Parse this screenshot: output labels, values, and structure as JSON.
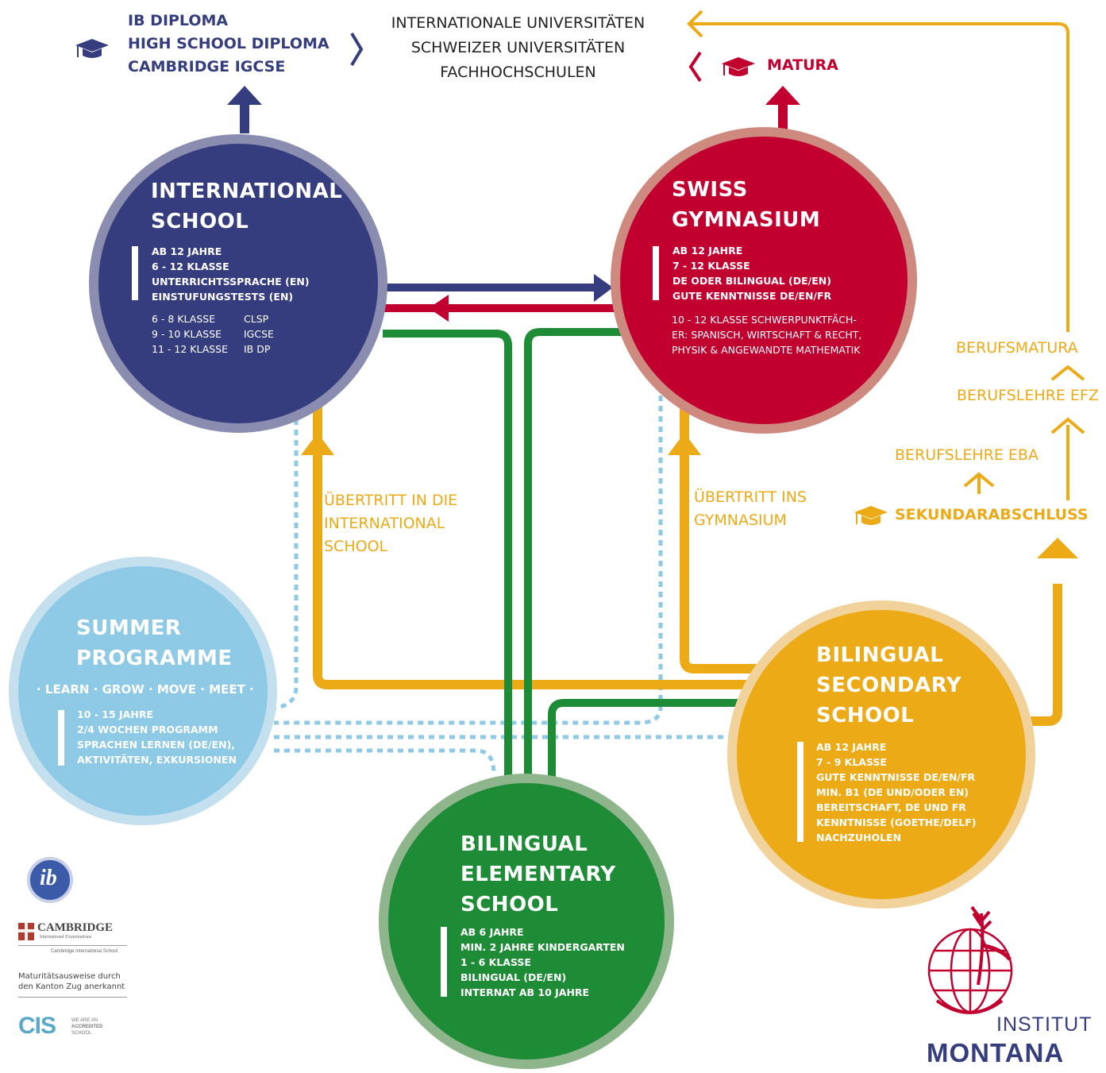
{
  "top_left": {
    "diplomas": [
      "IB DIPLOMA",
      "HIGH SCHOOL DIPLOMA",
      "CAMBRIDGE IGCSE"
    ]
  },
  "top_center": {
    "destinations": [
      "INTERNATIONALE UNIVERSITÄTEN",
      "SCHWEIZER UNIVERSITÄTEN",
      "FACHHOCHSCHULEN"
    ]
  },
  "top_right": {
    "matura": "MATURA"
  },
  "international": {
    "title_line1": "INTERNATIONAL",
    "title_line2": "SCHOOL",
    "facts": [
      "AB 12 JAHRE",
      "6 - 12 KLASSE",
      "UNTERRICHTSSPRACHE (EN)",
      "EINSTUFUNGSTESTS (EN)"
    ],
    "program_rows": [
      {
        "grade": "6 - 8 KLASSE",
        "program": "CLSP"
      },
      {
        "grade": "9 - 10 KLASSE",
        "program": "IGCSE"
      },
      {
        "grade": "11 - 12 KLASSE",
        "program": "IB DP"
      }
    ],
    "color": "#353d7e"
  },
  "swiss": {
    "title_line1": "SWISS",
    "title_line2": "GYMNASIUM",
    "facts": [
      "AB 12 JAHRE",
      "7 - 12 KLASSE",
      "DE ODER BILINGUAL (DE/EN)",
      "GUTE KENNTNISSE DE/EN/FR"
    ],
    "notes": [
      "10 - 12 KLASSE SCHWERPUNKTFÄCH-",
      "ER: SPANISCH, WIRTSCHAFT & RECHT,",
      "PHYSIK & ANGEWANDTE MATHEMATIK"
    ],
    "color": "#c2002f"
  },
  "summer": {
    "title_line1": "SUMMER",
    "title_line2": "PROGRAMME",
    "tagline": "· LEARN · GROW · MOVE · MEET ·",
    "facts": [
      "10 - 15 JAHRE",
      "2/4 WOCHEN PROGRAMM",
      "SPRACHEN LERNEN (DE/EN),",
      "AKTIVITÄTEN, EXKURSIONEN"
    ],
    "color": "#8ecae6"
  },
  "secondary": {
    "title_line1": "BILINGUAL",
    "title_line2": "SECONDARY",
    "title_line3": "SCHOOL",
    "facts": [
      "AB 12 JAHRE",
      "7 - 9 KLASSE",
      "GUTE KENNTNISSE DE/EN/FR",
      "MIN. B1 (DE UND/ODER EN)",
      "BEREITSCHAFT, DE UND FR",
      "KENNTNISSE (GOETHE/DELF)",
      "NACHZUHOLEN"
    ],
    "color": "#ecaa17"
  },
  "elementary": {
    "title_line1": "BILINGUAL",
    "title_line2": "ELEMENTARY",
    "title_line3": "SCHOOL",
    "facts": [
      "AB 6 JAHRE",
      "MIN. 2 JAHRE KINDERGARTEN",
      "1 - 6 KLASSE",
      "BILINGUAL (DE/EN)",
      "INTERNAT AB 10 JAHRE"
    ],
    "color": "#1e8c37"
  },
  "paths": {
    "to_international_line1": "ÜBERTRITT IN DIE",
    "to_international_line2": "INTERNATIONAL",
    "to_international_line3": "SCHOOL",
    "to_gymnasium_line1": "ÜBERTRITT INS",
    "to_gymnasium_line2": "GYMNASIUM"
  },
  "vocational": {
    "sekundar": "SEKUNDARABSCHLUSS",
    "eba": "BERUFSLEHRE EBA",
    "efz": "BERUFSLEHRE EFZ",
    "berufsmatura": "BERUFSMATURA"
  },
  "accreditation": {
    "cambridge": "CAMBRIDGE",
    "cambridge_sub1": "International Examinations",
    "cambridge_sub2": "Cambridge International School",
    "maturity_line1": "Maturitätsausweise durch",
    "maturity_line2": "den Kanton Zug anerkannt",
    "cis": "CIS",
    "cis_sub1": "WE ARE AN",
    "cis_sub2": "ACCREDITED",
    "cis_sub3": "SCHOOL",
    "ib": "ib"
  },
  "logo": {
    "line1": "INSTITUT",
    "line2": "MONTANA"
  }
}
